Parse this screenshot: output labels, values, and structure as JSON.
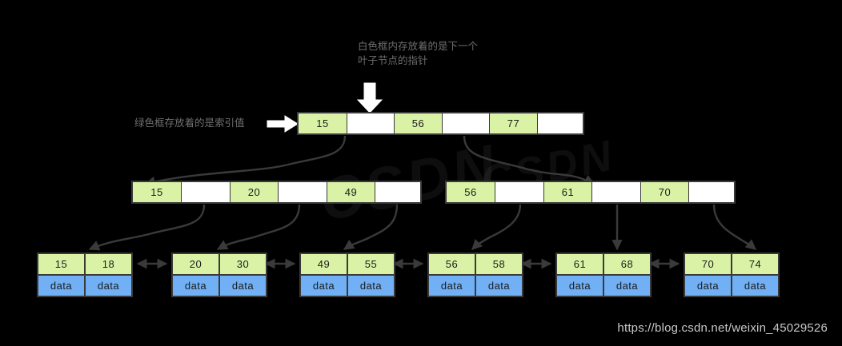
{
  "background": "#000000",
  "colors": {
    "key_cell": "#d9f2a5",
    "pointer_cell": "#ffffff",
    "data_cell": "#72b0f5",
    "border": "#3a3a3a",
    "annotation_text": "#6e6e6e",
    "watermark_text": "#c9c9c9",
    "arrow": "#3a3a3a"
  },
  "annotations": {
    "white_box_note": "白色框内存放着的是下一个\n叶子节点的指针",
    "green_box_note": "绿色框存放着的是索引值"
  },
  "root": {
    "cells": [
      {
        "text": "15",
        "type": "key"
      },
      {
        "text": "",
        "type": "pointer"
      },
      {
        "text": "56",
        "type": "key"
      },
      {
        "text": "",
        "type": "pointer"
      },
      {
        "text": "77",
        "type": "key"
      },
      {
        "text": "",
        "type": "pointer"
      }
    ]
  },
  "internal_nodes": [
    {
      "name": "internal-left",
      "cells": [
        {
          "text": "15",
          "type": "key"
        },
        {
          "text": "",
          "type": "pointer"
        },
        {
          "text": "20",
          "type": "key"
        },
        {
          "text": "",
          "type": "pointer"
        },
        {
          "text": "49",
          "type": "key"
        },
        {
          "text": "",
          "type": "pointer"
        }
      ]
    },
    {
      "name": "internal-right",
      "cells": [
        {
          "text": "56",
          "type": "key"
        },
        {
          "text": "",
          "type": "pointer"
        },
        {
          "text": "61",
          "type": "key"
        },
        {
          "text": "",
          "type": "pointer"
        },
        {
          "text": "70",
          "type": "key"
        },
        {
          "text": "",
          "type": "pointer"
        }
      ]
    }
  ],
  "leaves": [
    {
      "keys": [
        "15",
        "18"
      ],
      "values": [
        "data",
        "data"
      ]
    },
    {
      "keys": [
        "20",
        "30"
      ],
      "values": [
        "data",
        "data"
      ]
    },
    {
      "keys": [
        "49",
        "55"
      ],
      "values": [
        "data",
        "data"
      ]
    },
    {
      "keys": [
        "56",
        "58"
      ],
      "values": [
        "data",
        "data"
      ]
    },
    {
      "keys": [
        "61",
        "68"
      ],
      "values": [
        "data",
        "data"
      ]
    },
    {
      "keys": [
        "70",
        "74"
      ],
      "values": [
        "data",
        "data"
      ]
    }
  ],
  "watermark": {
    "url": "https://blog.csdn.net/weixin_45029526",
    "ghost": "CSDN"
  }
}
